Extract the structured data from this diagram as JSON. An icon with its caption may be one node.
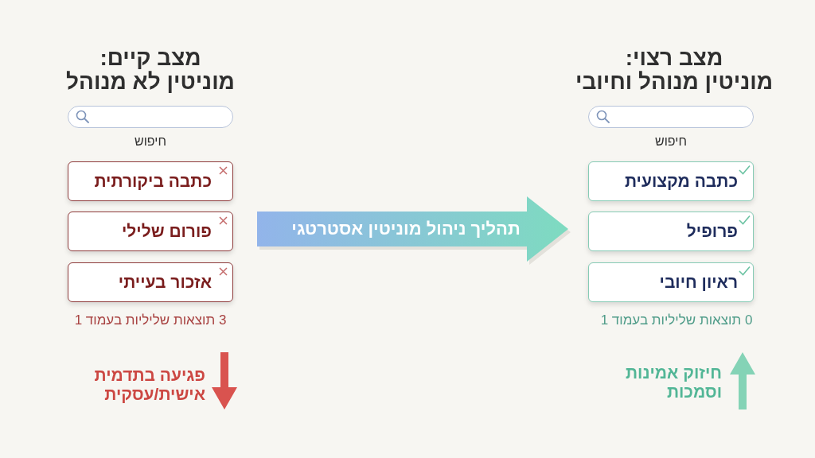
{
  "diagram": {
    "nodes": [
      {
        "text": [
          "כתבה ביקורתית"
        ]
      },
      {
        "text": [
          "פורום שלילי"
        ]
      },
      {
        "text": [
          "אזכור בעייתי"
        ]
      },
      {
        "text": [
          "כתבה מקצועית"
        ]
      },
      {
        "text": [
          "פרופיל"
        ]
      },
      {
        "text": [
          "ראיון חיובי"
        ]
      },
      {
        "text": [
          "תהליך ניהול מוניטין אסטרטגי"
        ]
      }
    ],
    "labels": [
      "מצב קיים:",
      "מוניטין לא מנוהל",
      "מצב רצוי:",
      "מוניטין מנוהל וחיובי",
      "חיפוש",
      "חיפוש",
      "3 תוצאות שליליות בעמוד 1",
      "0 תוצאות שליליות בעמוד 1",
      "פגיעה בתדמית אישית/עסקית",
      "חיזוק אמינות וסמכות"
    ]
  }
}
